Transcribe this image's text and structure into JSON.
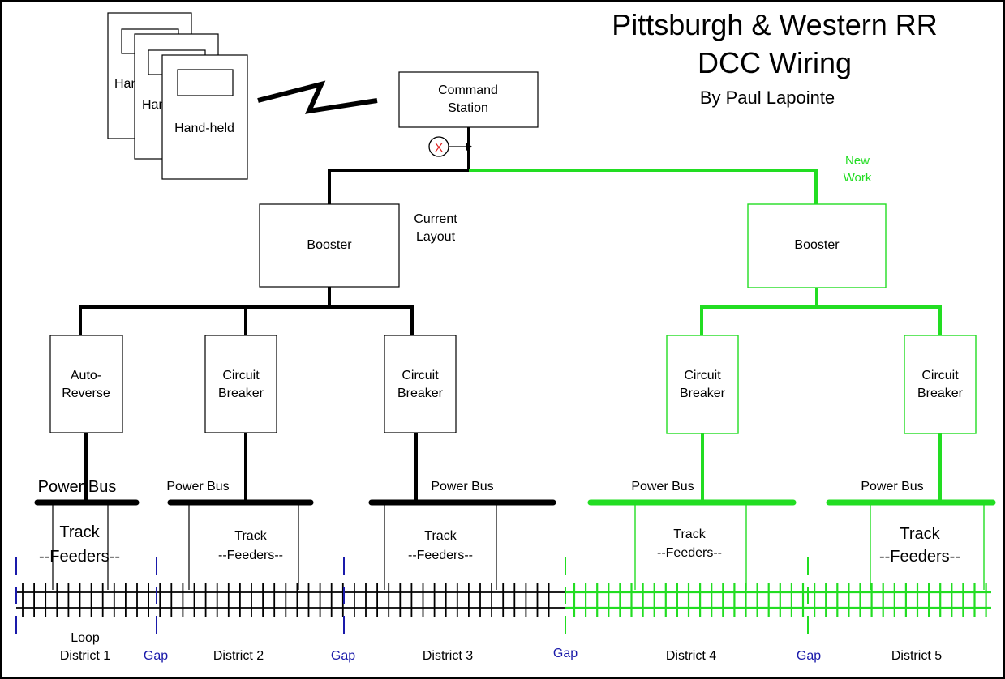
{
  "title": {
    "line1": "Pittsburgh & Western RR",
    "line2": "DCC Wiring",
    "byline": "By Paul Lapointe"
  },
  "handhelds": {
    "back_label": "Hand",
    "middle_label": "Han",
    "front_label": "Hand-held"
  },
  "command_station": {
    "line1": "Command",
    "line2": "Station"
  },
  "breaker_symbol": "X",
  "labels": {
    "current_layout_line1": "Current",
    "current_layout_line2": "Layout",
    "new_work_line1": "New",
    "new_work_line2": "Work"
  },
  "boosters": [
    {
      "label": "Booster",
      "color": "#000000"
    },
    {
      "label": "Booster",
      "color": "#22dd22"
    }
  ],
  "devices": [
    {
      "line1": "Auto-",
      "line2": "Reverse",
      "color": "#000000"
    },
    {
      "line1": "Circuit",
      "line2": "Breaker",
      "color": "#000000"
    },
    {
      "line1": "Circuit",
      "line2": "Breaker",
      "color": "#000000"
    },
    {
      "line1": "Circuit",
      "line2": "Breaker",
      "color": "#22dd22"
    },
    {
      "line1": "Circuit",
      "line2": "Breaker",
      "color": "#22dd22"
    }
  ],
  "power_bus_label": "Power Bus",
  "feeders": [
    {
      "line1": "Track",
      "line2": "--Feeders--"
    },
    {
      "line1": "Track",
      "line2": "--Feeders--"
    },
    {
      "line1": "Track",
      "line2": "--Feeders--"
    },
    {
      "line1": "Track",
      "line2": "--Feeders--"
    },
    {
      "line1": "Track",
      "line2": "--Feeders--"
    }
  ],
  "districts": [
    {
      "line1": "Loop",
      "line2": "District 1"
    },
    {
      "line1": "",
      "line2": "District 2"
    },
    {
      "line1": "",
      "line2": "District 3"
    },
    {
      "line1": "",
      "line2": "District 4"
    },
    {
      "line1": "",
      "line2": "District 5"
    }
  ],
  "gap_label": "Gap",
  "colors": {
    "existing": "#000000",
    "new_work": "#22dd22",
    "gap_marker": "#1a1aaa"
  }
}
